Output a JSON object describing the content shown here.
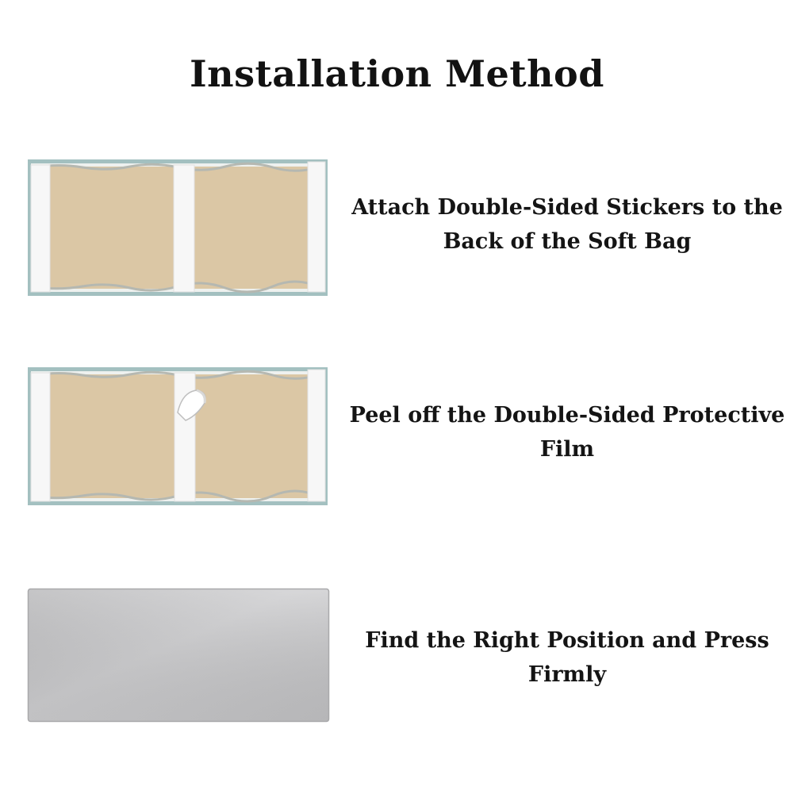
{
  "title": "Installation Method",
  "steps": [
    {
      "text": "Attach Double-Sided Stickers to the Back of the Soft Bag",
      "illustration": "panel-back-with-stickers"
    },
    {
      "text": "Peel off the Double-Sided Protective Film",
      "illustration": "panel-back-peeling-film"
    },
    {
      "text": "Find the Right Position and Press Firmly",
      "illustration": "panel-front-gray"
    }
  ],
  "colors": {
    "frame": "#9fbdbd",
    "backing": "#dcc8a6",
    "sticker": "#f7f7f7",
    "panel_gray": "#c3c3c5"
  }
}
